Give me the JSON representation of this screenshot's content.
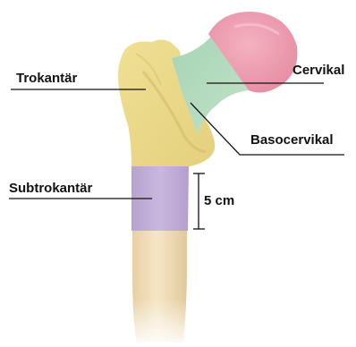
{
  "labels": {
    "trochanter": "Trokantär",
    "cervical": "Cervikal",
    "basocervical": "Basocervikal",
    "subtrochanter": "Subtrokantär",
    "distance": "5 cm"
  },
  "colors": {
    "background": "#ffffff",
    "shaft": "#f2ddb8",
    "trochanter": "#ecdb8c",
    "basocervical_neck": "#b3dcbe",
    "femoral_head": "#ef9aae",
    "subtrochanter_band": "#c3b0d8",
    "leader_line": "#111111"
  },
  "icons": [
    "femur-illustration"
  ]
}
